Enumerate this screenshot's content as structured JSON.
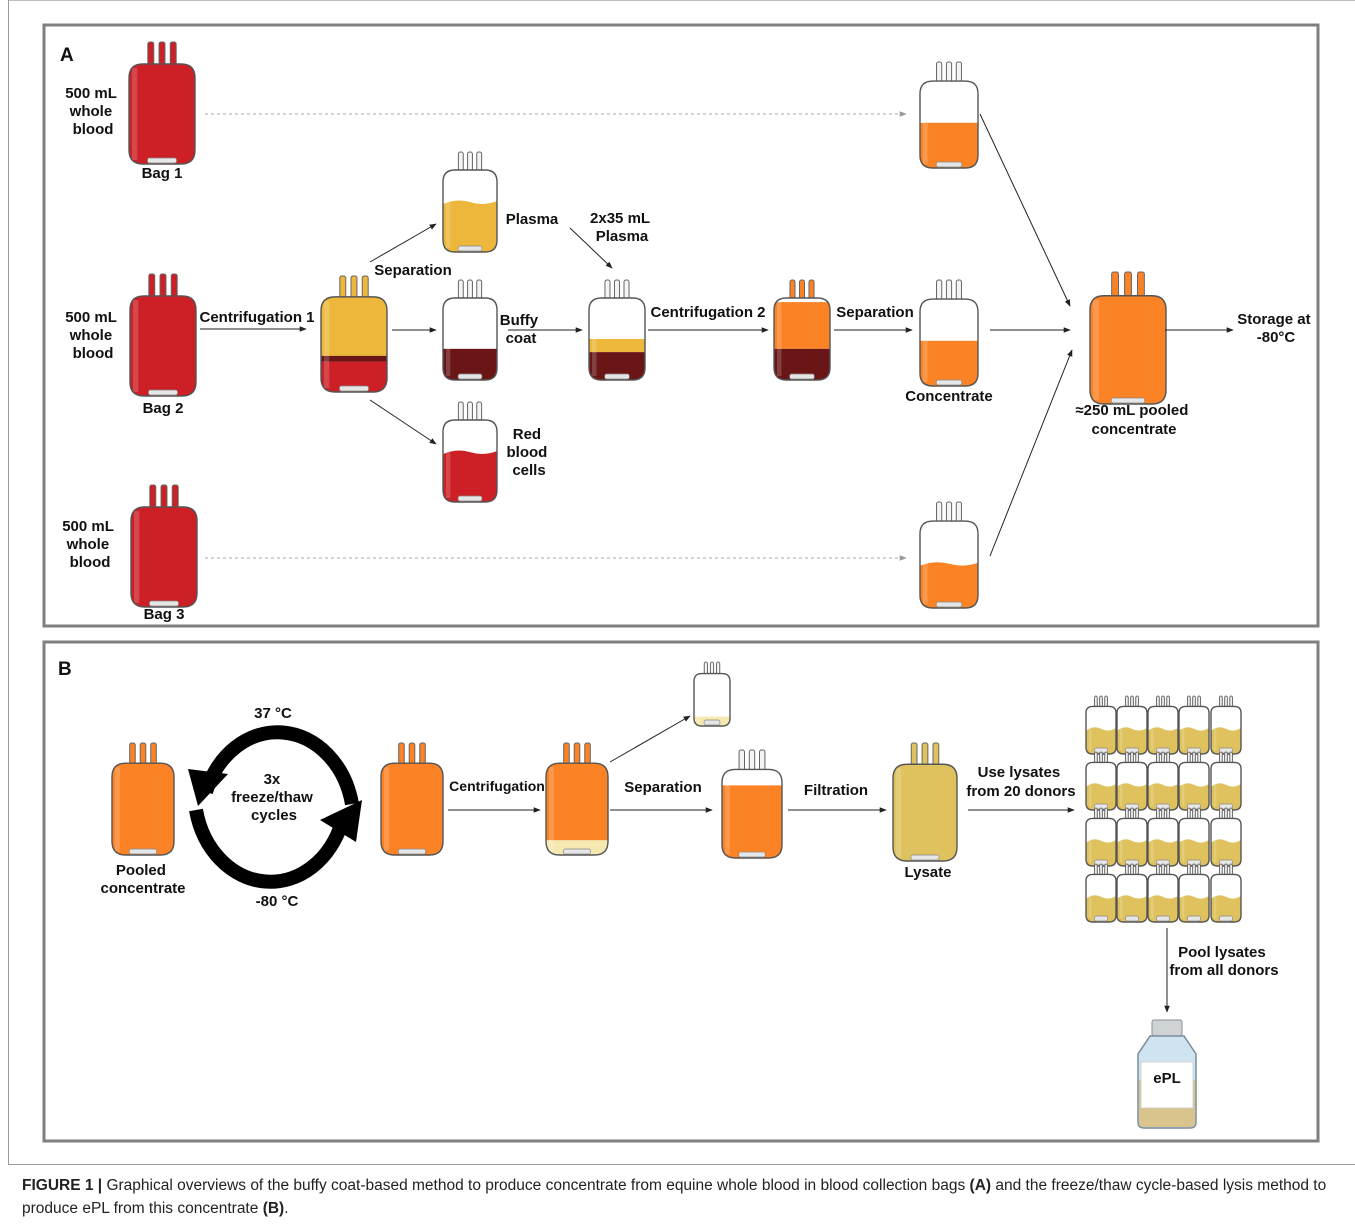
{
  "panel_a": {
    "label": "A",
    "bag1_volume": [
      "500 mL",
      "whole",
      "blood"
    ],
    "bag1_name": "Bag 1",
    "bag2_volume": [
      "500 mL",
      "whole",
      "blood"
    ],
    "bag2_name": "Bag 2",
    "bag3_volume": [
      "500 mL",
      "whole",
      "blood"
    ],
    "bag3_name": "Bag 3",
    "centrifugation1": "Centrifugation 1",
    "separation1": "Separation",
    "plasma": "Plasma",
    "buffy_coat": [
      "Buffy",
      "coat"
    ],
    "red_blood_cells": [
      "Red",
      "blood",
      "cells"
    ],
    "plasma_addition": [
      "2x35 mL",
      "Plasma"
    ],
    "centrifugation2": "Centrifugation 2",
    "separation2": "Separation",
    "concentrate": "Concentrate",
    "pooled": [
      "≈250 mL pooled",
      "concentrate"
    ],
    "storage": [
      "Storage at",
      "-80°C"
    ]
  },
  "panel_b": {
    "label": "B",
    "pooled_concentrate": [
      "Pooled",
      "concentrate"
    ],
    "temp_hot": "37 °C",
    "temp_cold": "-80 °C",
    "cycles": [
      "3x",
      "freeze/thaw",
      "cycles"
    ],
    "centrifugation": "Centrifugation",
    "separation": "Separation",
    "filtration": "Filtration",
    "lysate": "Lysate",
    "use_lysates": [
      "Use lysates",
      "from 20 donors"
    ],
    "pool_lysates": [
      "Pool lysates",
      "from all donors"
    ],
    "bottle_label": "ePL"
  },
  "colors": {
    "blood": "#cc1f26",
    "plasma": "#ecb73a",
    "dark_red": "#6a1616",
    "orange": "#fb8225",
    "lysate": "#dfc25d",
    "pale": "#f5e8b0",
    "frame": "#7f7f7f"
  },
  "caption": {
    "figure_label": "FIGURE 1 |",
    "text_1": "Graphical overviews of the buffy coat-based method to produce concentrate from equine whole blood in blood collection bags",
    "ref_a": "(A)",
    "text_2": "and the freeze/thaw cycle-based lysis method to produce ePL from this concentrate",
    "ref_b": "(B)",
    "end": "."
  }
}
